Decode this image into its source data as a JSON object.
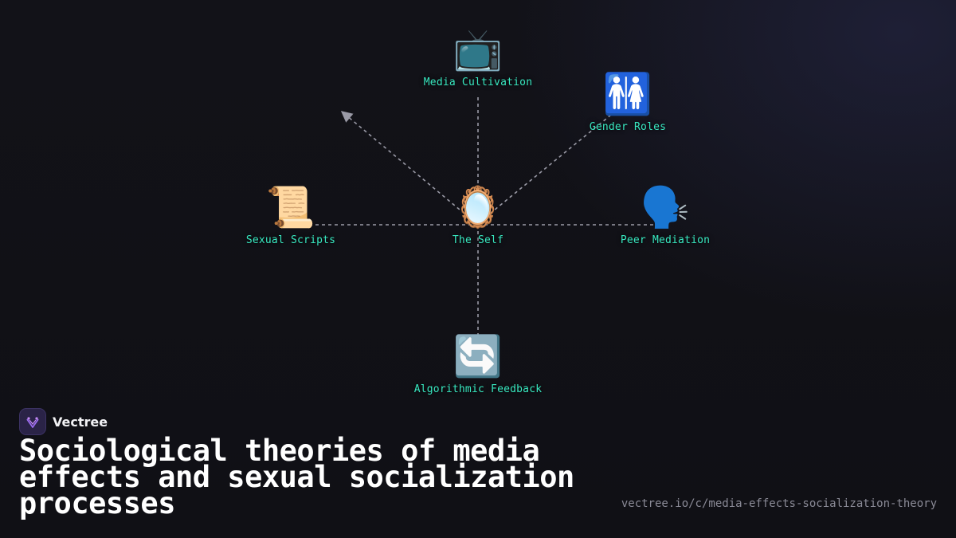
{
  "brand": {
    "name": "Vectree"
  },
  "title": "Sociological theories of media effects and sexual socialization processes",
  "url": "vectree.io/c/media-effects-socialization-theory",
  "colors": {
    "label": "#38e8c0",
    "edge": "#9a9aa6",
    "background": "#121218"
  },
  "nodes": {
    "media_cultivation": {
      "label": "Media Cultivation",
      "emoji": "📺"
    },
    "gender_roles": {
      "label": "Gender Roles",
      "emoji": "🚻"
    },
    "sexual_scripts": {
      "label": "Sexual Scripts",
      "emoji": "📜"
    },
    "the_self": {
      "label": "The Self",
      "emoji": "🪞"
    },
    "peer_mediation": {
      "label": "Peer Mediation",
      "emoji": "🗣️"
    },
    "algorithmic_feedback": {
      "label": "Algorithmic Feedback",
      "emoji": "🔄"
    }
  }
}
